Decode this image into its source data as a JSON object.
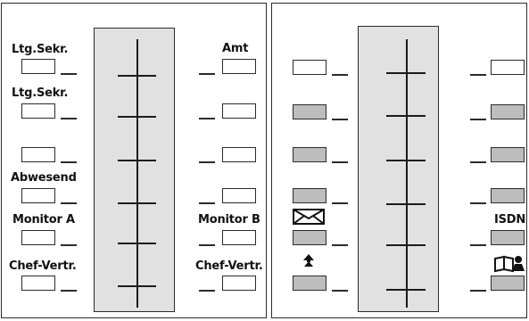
{
  "left_module": {
    "labels_left": [
      "Ltg.Sekr.",
      "Ltg.Sekr.",
      "Abwesend",
      "Monitor A",
      "Chef-Vertr."
    ],
    "labels_right": [
      "Amt",
      "Monitor B",
      "Chef-Vertr."
    ]
  },
  "right_module": {
    "labels_right": [
      "ISDN"
    ],
    "icons": [
      "mail-envelope-icon",
      "arrow-up-icon",
      "phonebook-icon"
    ]
  },
  "colors": {
    "strip": "#e1e1e1",
    "key_filled": "#bdbdbd",
    "border": "#2b2b2b"
  }
}
